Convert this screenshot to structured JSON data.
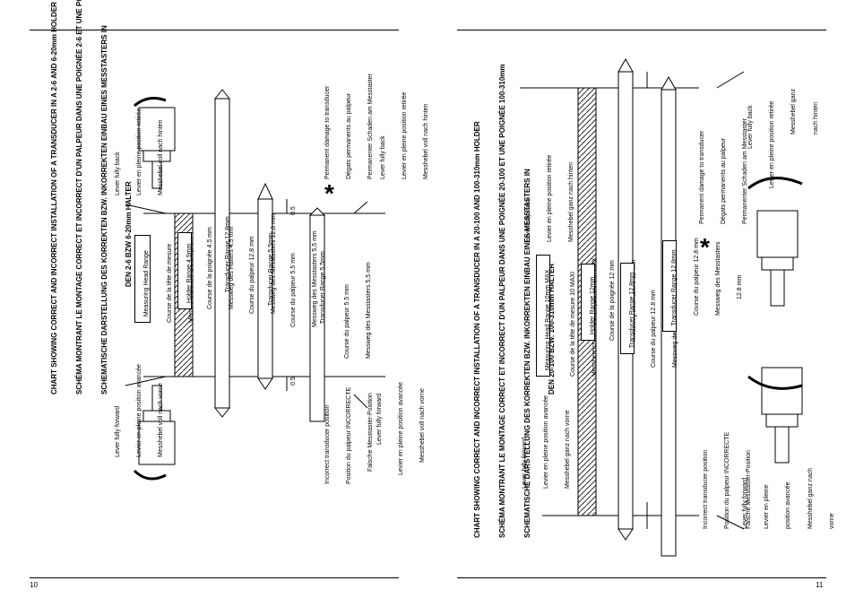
{
  "pages": {
    "left": {
      "page_number": "10",
      "title_lines": [
        "CHART SHOWING CORRECT AND INCORRECT INSTALLATION OF A TRANSDUCER IN A 2-6 AND 6-20mm HOLDER",
        "SCHÉMA MONTRANT LE MONTAGE CORRECT ET INCORRECT D'UN PALPEUR DANS UNE POIGNÉE 2-6 ET UNE POIGNÉE 6-20mm",
        "SCHEMATISCHE DARSTELLUNG DES KORREKTEN BZW. INKORREKTEN EINBAU EINES MESSTASTERS IN",
        "DEN 2-6 BZW 6-20mm HALTER"
      ],
      "lever_forward_top": [
        "Lever fully forward",
        "Levier en pleine position avancée",
        "Messhebel voll nach vorne"
      ],
      "lever_back_top": [
        "Lever fully back",
        "Levier en pleine position retirée",
        "Messhebel voll nach hinten"
      ],
      "measuring_head_range": "Measuring Head Range",
      "measuring_head_fr_de": [
        "Course de la tête de mesure",
        "Messbereich des Messkopfes"
      ],
      "holder_range": "Holder Range 4.5mm",
      "holder_fr_de": [
        "Course de la poignée 4.5 mm",
        "Messweg des Halters 4,5 mm"
      ],
      "transducer_range_long": "Transducer Range 12.8mm",
      "transducer_long_fr_de": [
        "Course du palpeur 12.8 mm",
        "Messweg des Messtasters 12,8 mm"
      ],
      "transducer_range_mid": "Transducer Range 5.5mm",
      "transducer_mid_fr_de": [
        "Course du palpeur 5.5 mm",
        "Messweg des Messtasters 5,5 mm"
      ],
      "transducer_range_short": "Transducer Range 5.5mm",
      "transducer_short_fr_de": [
        "Course du palpeur 5.5 mm",
        "Messweg des Messtasters 5,5 mm"
      ],
      "dim_upper": "0.5",
      "dim_lower": "0.5",
      "incorrect": [
        "Incorrect transducer position",
        "Position du palpeur INCORRECTE",
        "Falsche Messtaster-Position"
      ],
      "lever_forward_bottom": [
        "Lever fully forward",
        "Levier en pleine position avancée",
        "Messhebel voll nach vorne"
      ],
      "damage": [
        "Permanent damage to transducer",
        "Dégats permanents au palpeur",
        "Permanenter Schaden am Messtaster"
      ],
      "lever_back_bottom": [
        "Lever fully back",
        "Levier en pleine position retirée",
        "Messhebel voll nach hinten"
      ],
      "asterisk": "*"
    },
    "right": {
      "page_number": "11",
      "title_lines": [
        "CHART SHOWING CORRECT AND INCORRECT INSTALLATION OF A TRANSDUCER IN A 20-100 AND 100-310mm HOLDER",
        "SCHÉMA MONTRANT LE MONTAGE CORRECT ET INCORRECT D'UN PALPEUR DANS UNE POIGNÉE 20-100 ET UNE POIGNÉE 100-310mm",
        "SCHEMATISCHE DARSTELLUNG DES KORREKTEN BZW. INKORREKTEN EINBAU EINES MESSTASTERS IN",
        "DEN 20-100 BZW. 100-310mm HALTER"
      ],
      "lever_forward_top": [
        "Lever fully forward",
        "Levier en pleine position avancée",
        "Messhebel ganz nach vorne"
      ],
      "lever_back_top": [
        "Lever fully back",
        "Levier en pleine position retirée",
        "Messhebel ganz nach hinten"
      ],
      "measuring_head_range": "Measuring Head Range 10mm MAX",
      "measuring_head_fr_de": [
        "Course de la tête de mesure 10 MAXI",
        "Messbereich des Messkopfes 10 mm MAX"
      ],
      "holder_range": "Holder Range 12mm",
      "holder_fr_de": [
        "Course de la poignée 12 mm",
        "Messweg des Halters 12 mm"
      ],
      "transducer_range_long": "Transducer Range 12.8mm",
      "transducer_long_fr_de": [
        "Course du palpeur 12.8 mm",
        "Messweg des Messtasters 12,8 mm"
      ],
      "transducer_range_short": "Transducer Range 12.8mm",
      "transducer_short_fr_de": [
        "Course du palpeur 12.8 mm",
        "Messweg des Messtasters",
        "12.8 mm"
      ],
      "incorrect": [
        "Incorrect transducer position",
        "Position du palpeur INCORRECTE",
        "Falsche Messtaster-Position"
      ],
      "lever_forward_bottom": [
        "Lever fully forward",
        "Levier en pleine",
        "position avancée",
        "Messhebel ganz nach",
        "vorne"
      ],
      "damage": [
        "Permanent damage to transducer",
        "Dégats permanents au palpeur",
        "Permanenter Schaden am Messtaster"
      ],
      "lever_back_bottom": [
        "Lever fully back",
        "Levier en pleine position retirée",
        "Messhebel ganz",
        "nach hinten"
      ],
      "asterisk": "*"
    }
  }
}
